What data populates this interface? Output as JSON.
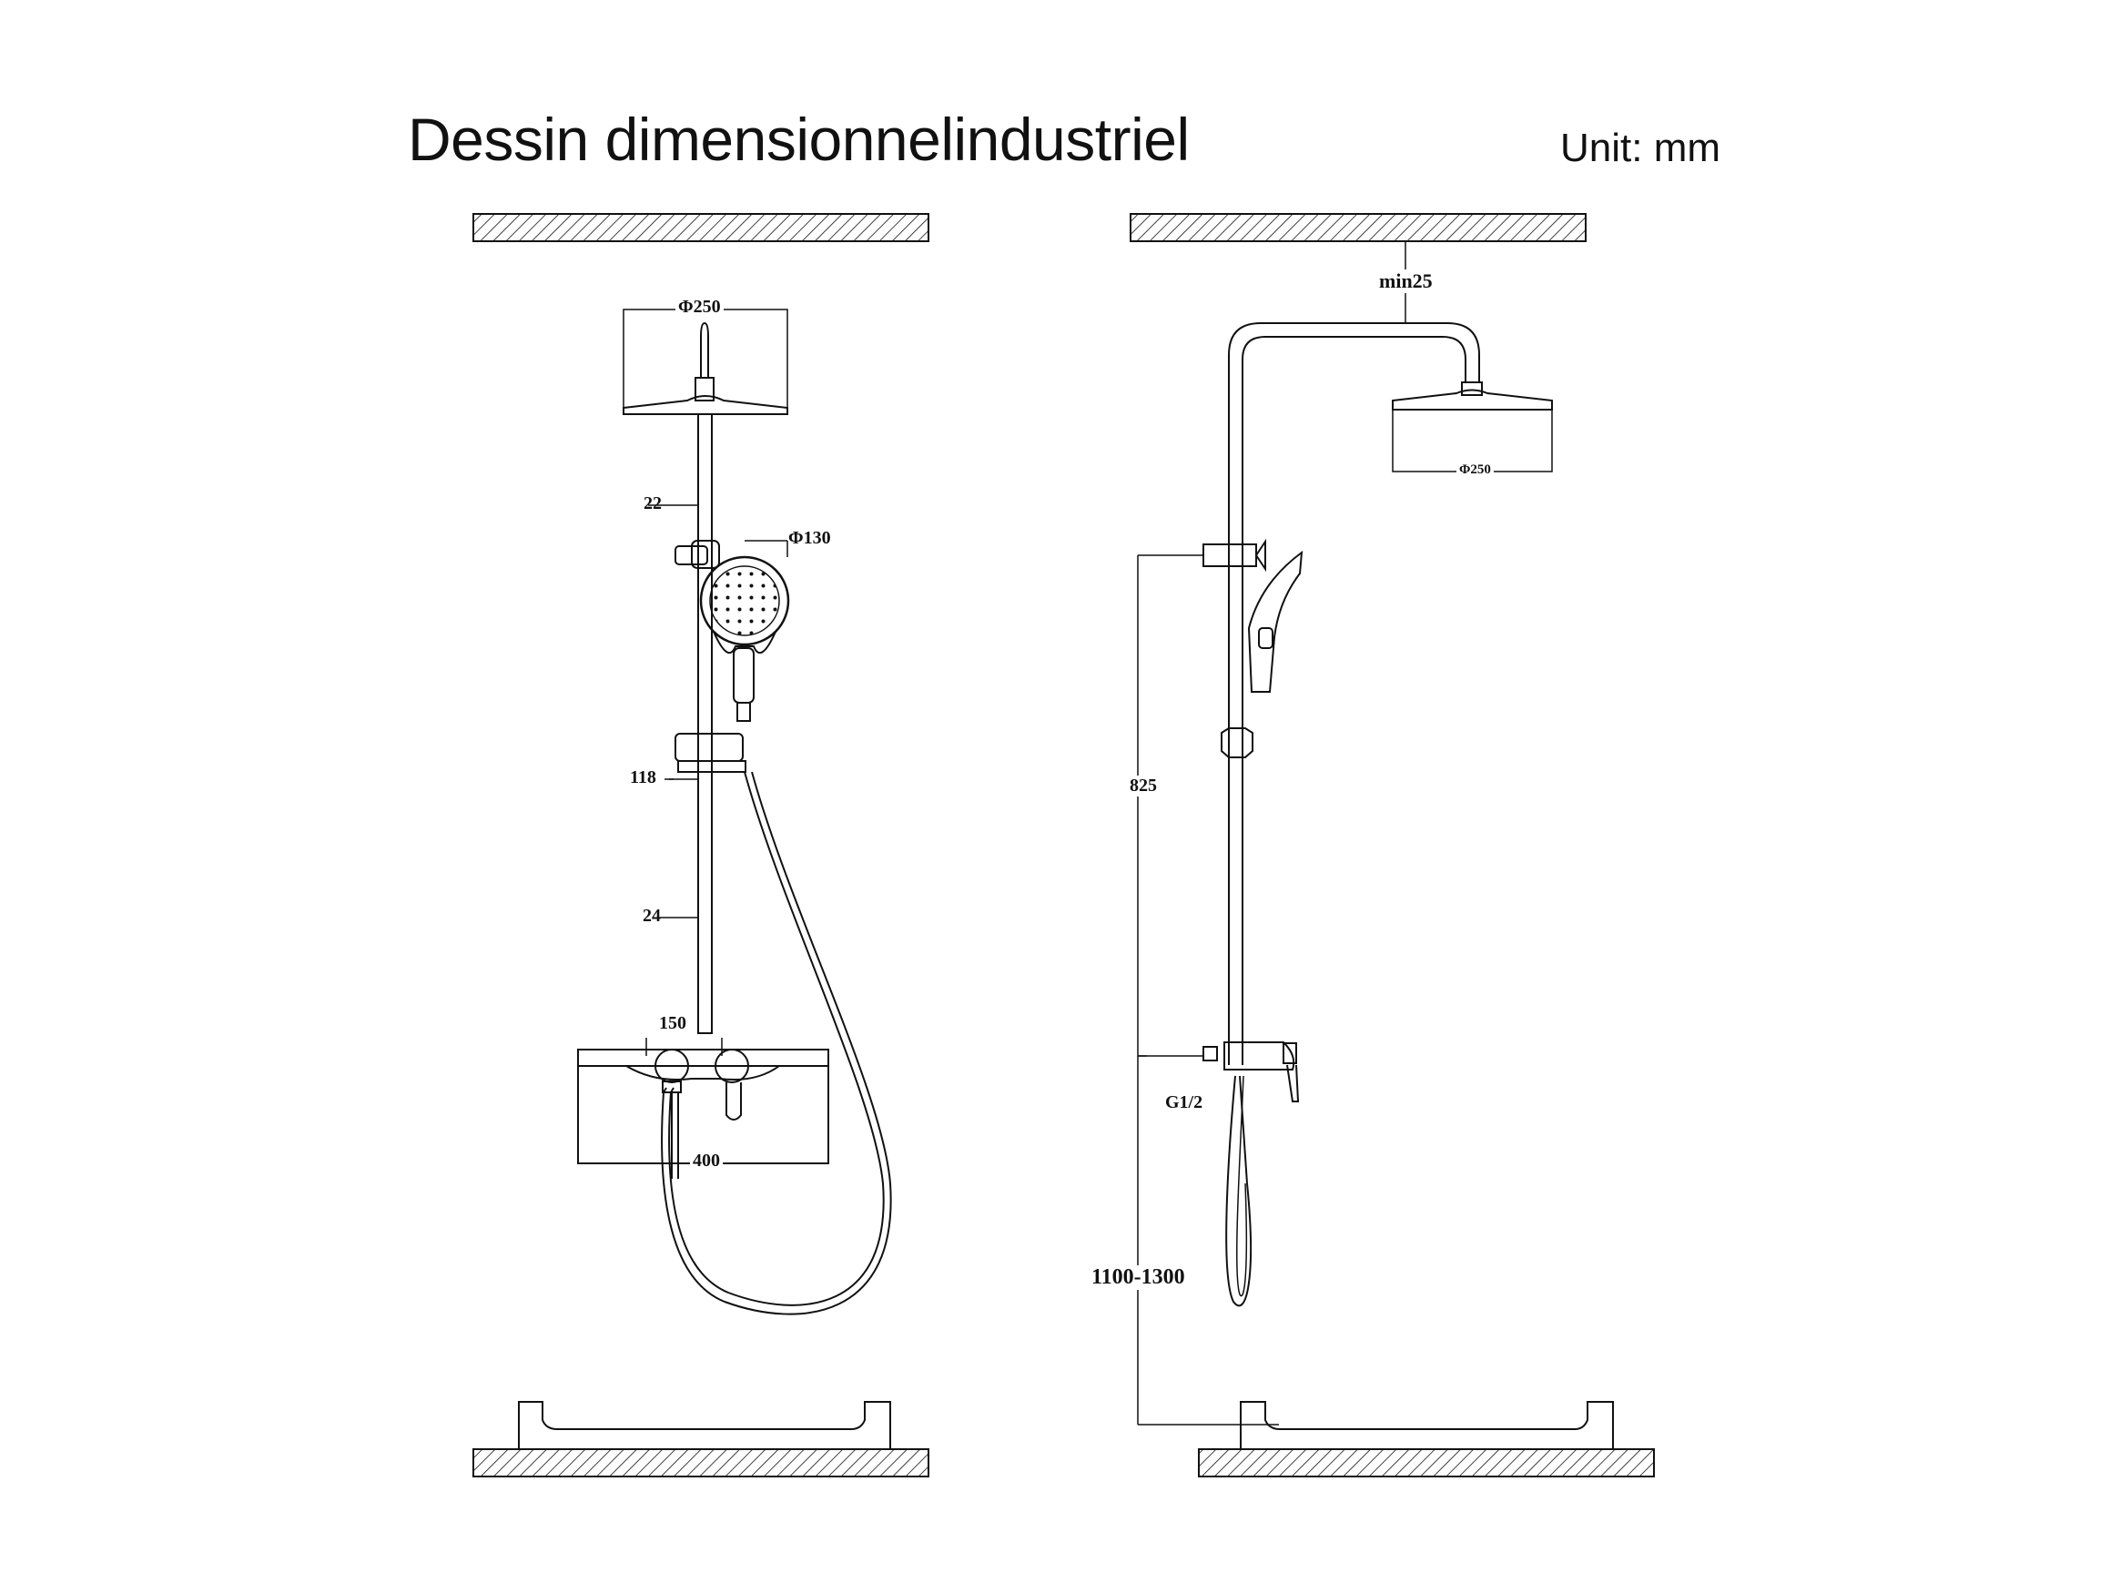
{
  "header": {
    "title": "Dessin dimensionnelindustriel",
    "unit": "Unit: mm"
  },
  "front_view": {
    "head_diameter": "Φ250",
    "upper_tube": "22",
    "hand_shower_diameter": "Φ130",
    "holder_height": "118",
    "lower_tube": "24",
    "valve_center": "150",
    "shelf_width": "400"
  },
  "side_view": {
    "arm_clearance": "min25",
    "head_diameter": "Φ250",
    "rail_height": "825",
    "inlet_thread": "G1/2",
    "install_height": "1100-1300"
  },
  "colors": {
    "line": "#111111",
    "background": "#ffffff"
  }
}
